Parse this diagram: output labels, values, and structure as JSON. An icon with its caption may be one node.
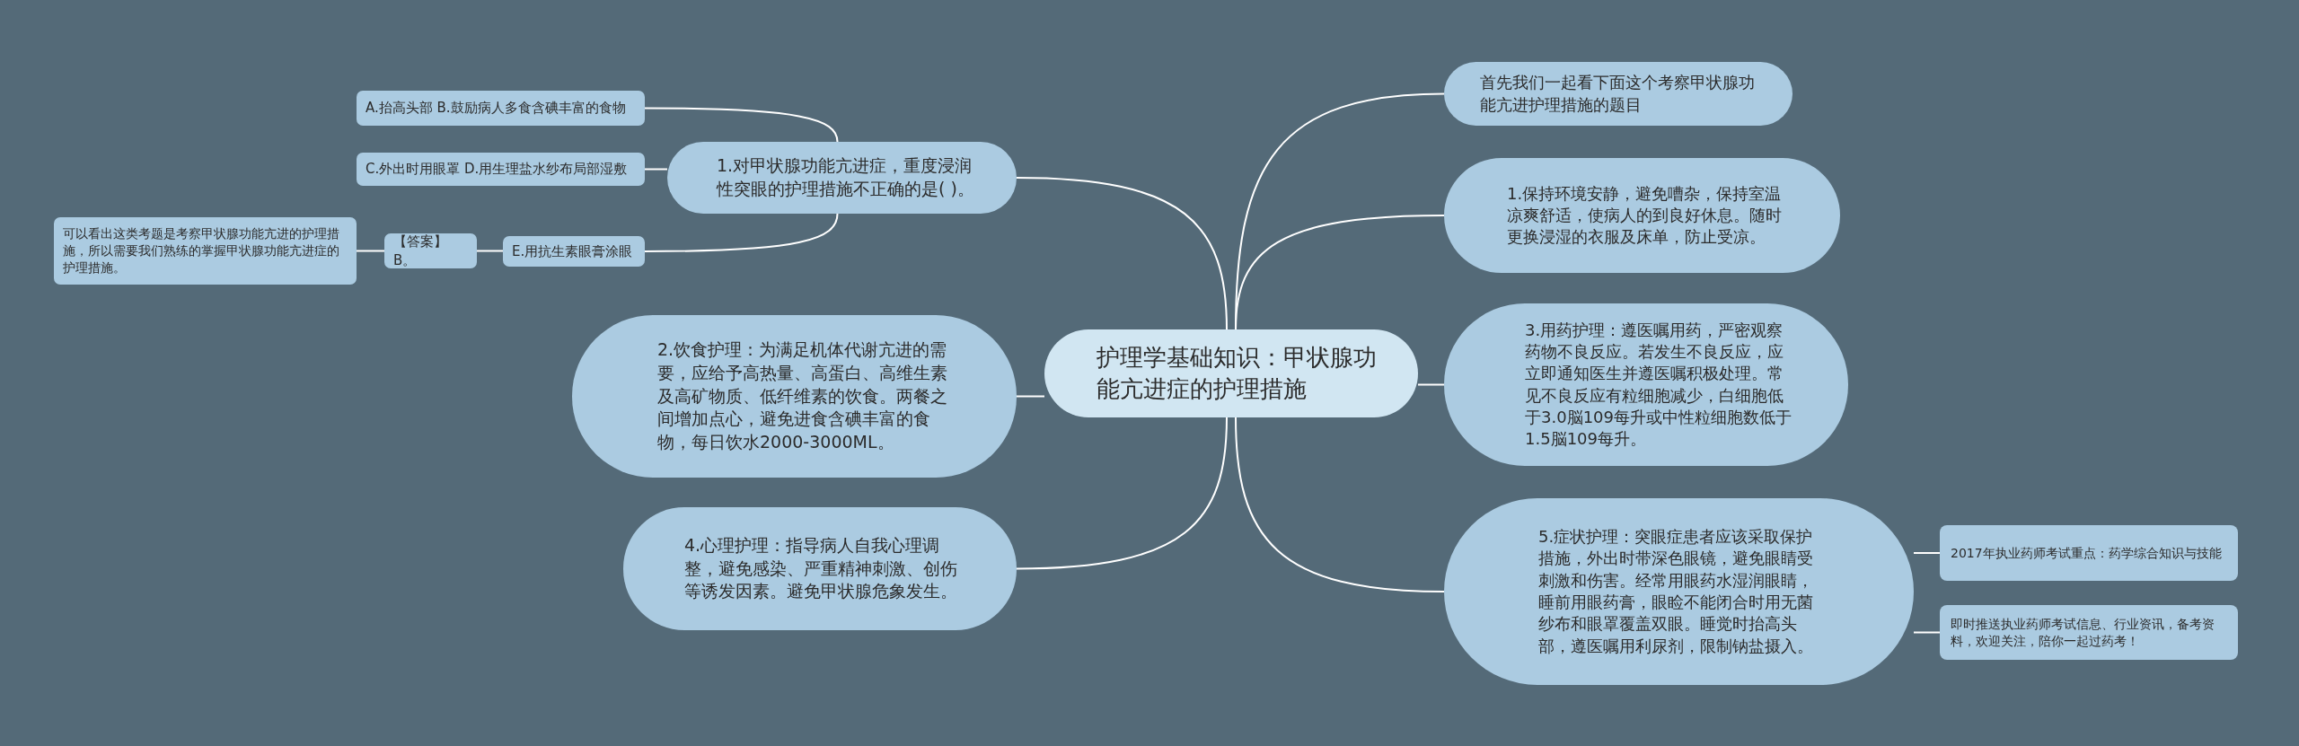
{
  "diagram": {
    "nodes": [
      {
        "text": [
          "护理学基础知识：甲状腺功能亢进症的护理措施"
        ]
      },
      {
        "text": [
          "首先我们一起看下面这个考察甲状腺功能亢进护理措施的题目"
        ]
      },
      {
        "text": [
          "1.保持环境安静，避免嘈杂，保持室温凉爽舒适，使病人的到良好休息。随时更换浸湿的衣服及床单，防止受凉。"
        ]
      },
      {
        "text": [
          "3.用药护理：遵医嘱用药，严密观察药物不良反应。若发生不良反应，应立即通知医生并遵医嘱积极处理。常见不良反应有粒细胞减少，白细胞低于3.0脳109每升或中性粒细胞数低于1.5脳109每升。"
        ]
      },
      {
        "text": [
          "5.症状护理：突眼症患者应该采取保护措施，外出时带深色眼镜，避免眼睛受刺激和伤害。经常用眼药水湿润眼睛，睡前用眼药膏，眼睑不能闭合时用无菌纱布和眼罩覆盖双眼。睡觉时抬高头部，遵医嘱用利尿剂，限制钠盐摄入。"
        ]
      },
      {
        "text": [
          "2017年执业药师考试重点：药学综合知识与技能"
        ]
      },
      {
        "text": [
          "即时推送执业药师考试信息、行业资讯，备考资料，欢迎关注，陪你一起过药考！"
        ]
      },
      {
        "text": [
          "1.对甲状腺功能亢进症，重度浸润性突眼的护理措施不正确的是( )。"
        ]
      },
      {
        "text": [
          "A.抬高头部 B.鼓励病人多食含碘丰富的食物"
        ]
      },
      {
        "text": [
          "C.外出时用眼罩 D.用生理盐水纱布局部湿敷"
        ]
      },
      {
        "text": [
          "E.用抗生素眼膏涂眼"
        ]
      },
      {
        "text": [
          "【答案】B。"
        ]
      },
      {
        "text": [
          "可以看出这类考题是考察甲状腺功能亢进的护理措施，所以需要我们熟练的掌握甲状腺功能亢进症的护理措施。"
        ]
      },
      {
        "text": [
          "2.饮食护理：为满足机体代谢亢进的需要，应给予高热量、高蛋白、高维生素及高矿物质、低纤维素的饮食。两餐之间增加点心，避免进食含碘丰富的食物，每日饮水2000-3000ML。"
        ]
      },
      {
        "text": [
          "4.心理护理：指导病人自我心理调整，避免感染、严重精神刺激、创伤等诱发因素。避免甲状腺危象发生。"
        ]
      }
    ],
    "edges": [
      {
        "from": 0,
        "to": 1,
        "arrow": "none"
      },
      {
        "from": 0,
        "to": 2,
        "arrow": "none"
      },
      {
        "from": 0,
        "to": 3,
        "arrow": "none"
      },
      {
        "from": 0,
        "to": 4,
        "arrow": "none"
      },
      {
        "from": 4,
        "to": 5,
        "arrow": "none"
      },
      {
        "from": 4,
        "to": 6,
        "arrow": "none"
      },
      {
        "from": 0,
        "to": 7,
        "arrow": "none"
      },
      {
        "from": 7,
        "to": 8,
        "arrow": "none"
      },
      {
        "from": 7,
        "to": 9,
        "arrow": "none"
      },
      {
        "from": 7,
        "to": 10,
        "arrow": "none"
      },
      {
        "from": 10,
        "to": 11,
        "arrow": "none"
      },
      {
        "from": 11,
        "to": 12,
        "arrow": "none"
      },
      {
        "from": 0,
        "to": 13,
        "arrow": "none"
      },
      {
        "from": 0,
        "to": 14,
        "arrow": "none"
      }
    ]
  }
}
